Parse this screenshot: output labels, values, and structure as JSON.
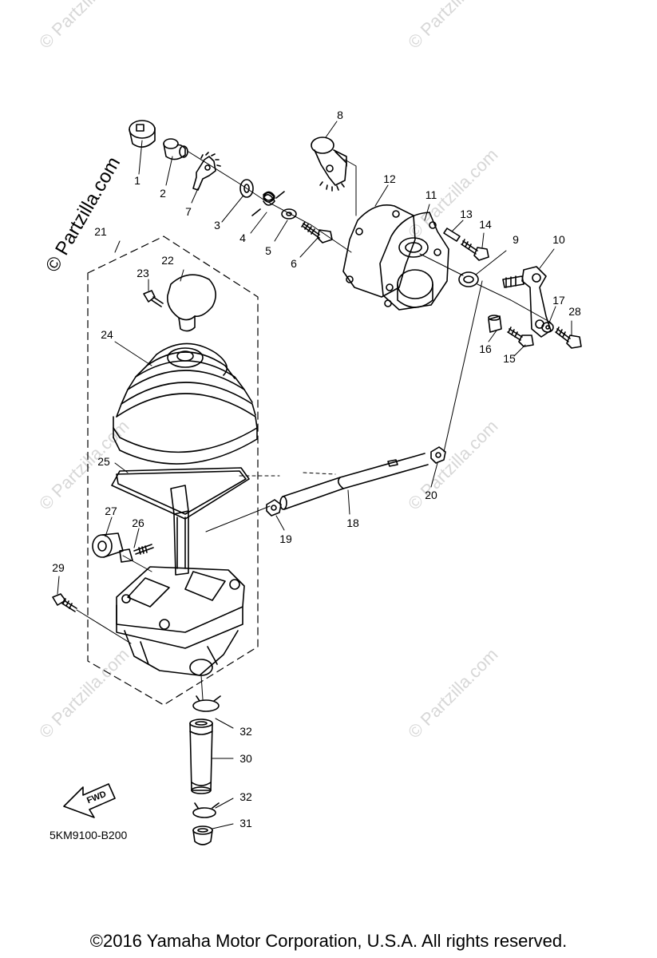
{
  "watermark": "© Partzilla.com",
  "side_watermark": "© Partzilla.com",
  "diagram_code": "5KM9100-B200",
  "fwd_label": "FWD",
  "copyright": "©2016  Yamaha Motor Corporation, U.S.A. All rights reserved.",
  "callouts": {
    "p1": "1",
    "p2": "2",
    "p3": "3",
    "p4": "4",
    "p5": "5",
    "p6": "6",
    "p7": "7",
    "p8": "8",
    "p9": "9",
    "p10": "10",
    "p11": "11",
    "p12": "12",
    "p13": "13",
    "p14": "14",
    "p15": "15",
    "p16": "16",
    "p17": "17",
    "p18": "18",
    "p19": "19",
    "p20": "20",
    "p21": "21",
    "p22": "22",
    "p23": "23",
    "p24": "24",
    "p25": "25",
    "p26": "26",
    "p27": "27",
    "p28": "28",
    "p29": "29",
    "p30": "30",
    "p31": "31",
    "p32a": "32",
    "p32b": "32"
  }
}
